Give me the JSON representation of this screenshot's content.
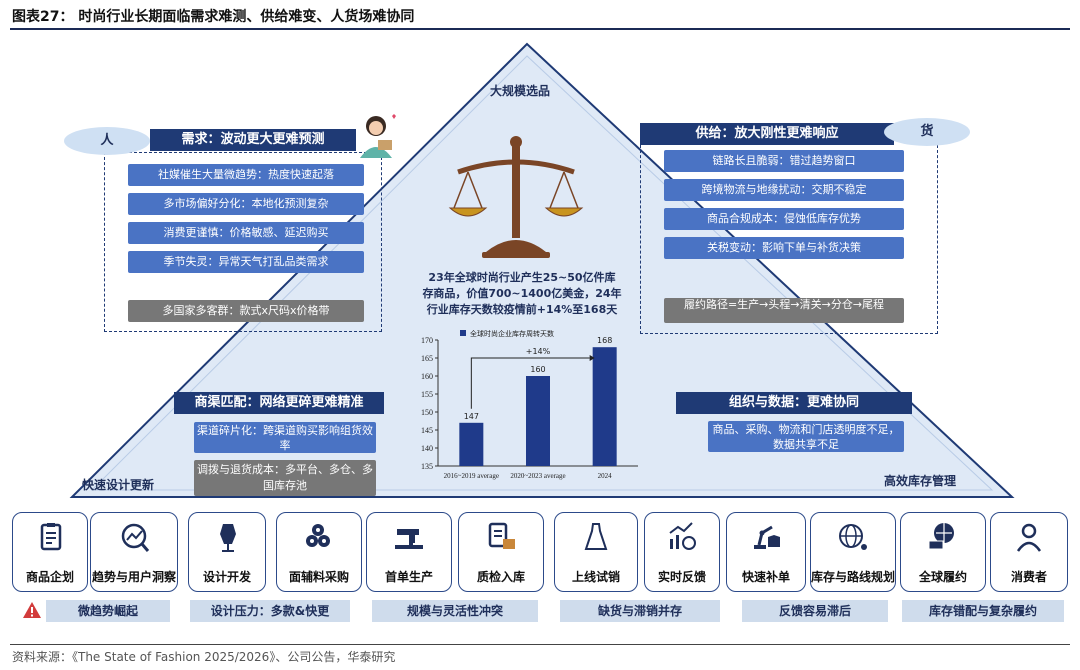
{
  "header": {
    "title": "图表27：   时尚行业长期面临需求难测、供给难变、人货场难协同"
  },
  "footer": {
    "source": "资料来源：《The State of Fashion 2025/2026》、公司公告，华泰研究"
  },
  "pyramid": {
    "top_label": "大规模选品",
    "left_label": "快速设计更新",
    "right_label": "高效库存管理",
    "center_text": [
      "23年全球时尚行业产生25~50亿件库",
      "存商品，价值700~1400亿美金，24年",
      "行业库存天数较疫情前+14%至168天"
    ]
  },
  "demand": {
    "circle": "人",
    "title": "需求：波动更大更难预测",
    "items": [
      "社媒催生大量微趋势：热度快速起落",
      "多市场偏好分化：本地化预测复杂",
      "消费更谨慎：价格敏感、延迟购买",
      "季节失灵：异常天气打乱品类需求"
    ],
    "gray": "多国家多客群：款式x尺码x价格带"
  },
  "supply": {
    "circle": "货",
    "title": "供给：放大刚性更难响应",
    "items": [
      "链路长且脆弱：错过趋势窗口",
      "跨境物流与地缘扰动：交期不稳定",
      "商品合规成本：侵蚀低库存优势",
      "关税变动：影响下单与补货决策"
    ],
    "gray": "履约路径=生产→头程→清关→分仓→尾程"
  },
  "channel": {
    "title": "商渠匹配：网络更碎更难精准",
    "blue": "渠道碎片化：跨渠道购买影响组货效率",
    "gray": "调拨与退货成本：多平台、多仓、多国库存池"
  },
  "org": {
    "title": "组织与数据：更难协同",
    "blue": "商品、采购、物流和门店透明度不足，数据共享不足"
  },
  "chart_data": {
    "type": "bar",
    "title": "全球时尚企业库存周转天数",
    "categories": [
      "2016~2019 average",
      "2020~2023 average",
      "2024"
    ],
    "values": [
      147,
      160,
      168
    ],
    "ylim": [
      135,
      170
    ],
    "yticks": [
      135,
      140,
      145,
      150,
      155,
      160,
      165,
      170
    ],
    "annotation": "+14%",
    "color": "#1f3a8a"
  },
  "steps": [
    {
      "label": "商品企划",
      "icon": "clipboard-edit-icon"
    },
    {
      "label": "趋势与用户洞察",
      "icon": "trend-analysis-icon"
    },
    {
      "label": "设计开发",
      "icon": "dress-form-icon"
    },
    {
      "label": "面辅料采购",
      "icon": "fabric-rolls-icon"
    },
    {
      "label": "首单生产",
      "icon": "sewing-machine-icon"
    },
    {
      "label": "质检入库",
      "icon": "checklist-box-icon"
    },
    {
      "label": "上线试销",
      "icon": "dress-icon"
    },
    {
      "label": "实时反馈",
      "icon": "chart-clock-icon"
    },
    {
      "label": "快速补单",
      "icon": "robot-arm-icon"
    },
    {
      "label": "库存与路线规划",
      "icon": "globe-network-icon"
    },
    {
      "label": "全球履约",
      "icon": "global-delivery-icon"
    },
    {
      "label": "消费者",
      "icon": "user-icon"
    }
  ],
  "bottom_labels": [
    "微趋势崛起",
    "设计压力：多款&快更",
    "规模与灵活性冲突",
    "缺货与滞销并存",
    "反馈容易滞后",
    "库存错配与复杂履约"
  ],
  "colors": {
    "navy": "#1f3a75",
    "blue": "#4a73c4",
    "pyramid": "#dfe9f6",
    "warning": "#d23b3b"
  }
}
